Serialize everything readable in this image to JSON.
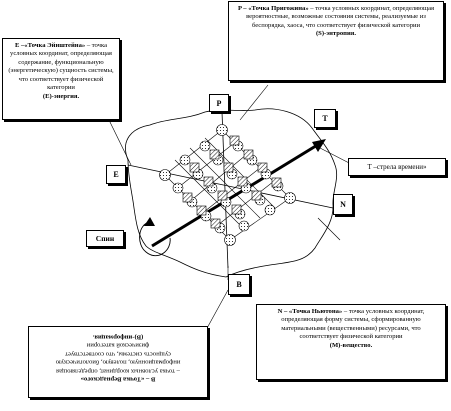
{
  "labels": {
    "p": "P",
    "e": "E",
    "t": "T",
    "n": "N",
    "b": "B",
    "spin": "Спин"
  },
  "boxes": {
    "e": {
      "title": "E –«Точка Эйнштейна»",
      "text": " – точка условных координат, определяющая содержание, функциональную (энергетическую) сущность системы, что соответствует физической категории",
      "tail": "(E)-энергия."
    },
    "p": {
      "title": "P – «Точка Пригожина»",
      "text": " – точка условных координат, определяющая вероятностные, возможные состояния системы, реализуемые из беспорядка, хаоса, что соответствует физической категории",
      "tail": "(S)-энтропия."
    },
    "t": {
      "text": "T –стрела времени»"
    },
    "n": {
      "title": "N – «Точка Ньютона»",
      "text": " – точка условных координат, определяющая форму системы, сформированную материальными (вещественными) ресурсами, что соответствует физической категории",
      "tail": "(M)-вещество."
    },
    "b": {
      "lines": [
        "В – «Точка Вернадского»",
        "– точка условных координат, определяющая",
        "информационную, полевую, биологическую",
        "сущность системы, что соответствует",
        "физической категории",
        "(B)-информация."
      ]
    }
  },
  "colors": {
    "line": "#000000",
    "box_bg": "#ffffff"
  }
}
